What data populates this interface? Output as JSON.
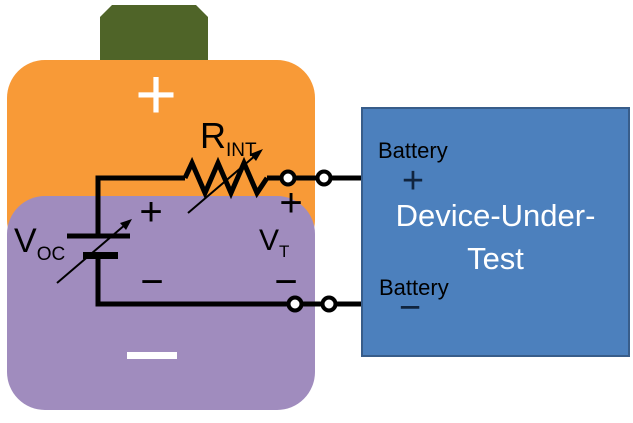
{
  "colors": {
    "battery_top_fill": "#F89A37",
    "battery_bottom_fill": "#A08CBE",
    "terminal_cap_fill": "#4F6428",
    "dut_fill": "#4C80BD",
    "dut_border": "#385D8A",
    "wire": "#000000",
    "dut_title_text": "#FFFFFF",
    "label_text": "#000000"
  },
  "battery": {
    "positive_sign": "+",
    "negative_sign": "−"
  },
  "circuit": {
    "r_label": {
      "main": "R",
      "sub": "INT"
    },
    "voc_label": {
      "main": "V",
      "sub": "OC"
    },
    "vt_label": {
      "main": "V",
      "sub": "T"
    },
    "voc_plus": "+",
    "voc_minus": "−",
    "vt_plus": "+",
    "vt_minus": "−"
  },
  "dut": {
    "title_line1": "Device-Under-",
    "title_line2": "Test",
    "top_terminal": {
      "label": "Battery",
      "sign": "+"
    },
    "bottom_terminal": {
      "label": "Battery",
      "sign": "−"
    }
  }
}
